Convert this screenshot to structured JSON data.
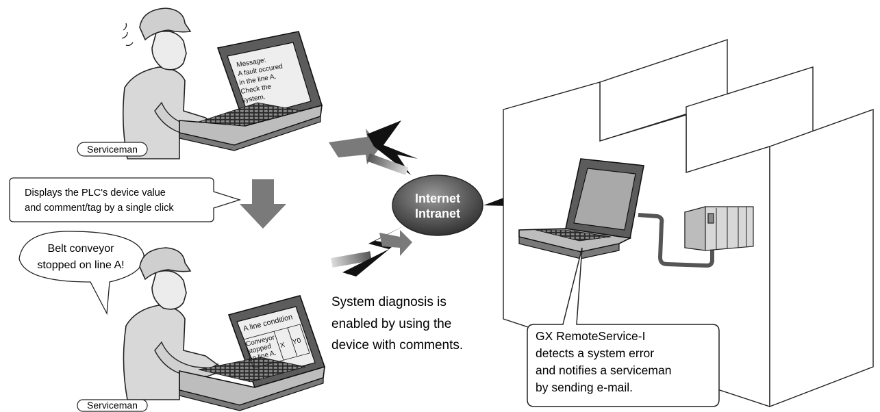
{
  "top_person": {
    "label": "Serviceman",
    "laptop_screen": [
      "Message:",
      "A fault occured",
      "in the line A.",
      "Check the",
      "system."
    ]
  },
  "bottom_person": {
    "label": "Serviceman",
    "speech": [
      "Belt conveyor",
      "stopped on line A!"
    ],
    "laptop_screen": {
      "title": "A line condition",
      "row": [
        "Conveyor",
        "stopped",
        "on line A."
      ],
      "col_x": "X",
      "col_y": "Y0"
    }
  },
  "plc_callout": [
    "Displays the PLC's device value",
    "and comment/tag by a single click"
  ],
  "network": [
    "Internet",
    "Intranet"
  ],
  "diagnosis_caption": [
    "System diagnosis is",
    "enabled by using the",
    "device with comments."
  ],
  "remote_callout": [
    "GX RemoteService-I",
    "detects a system error",
    "and notifies a serviceman",
    "by sending e-mail."
  ]
}
